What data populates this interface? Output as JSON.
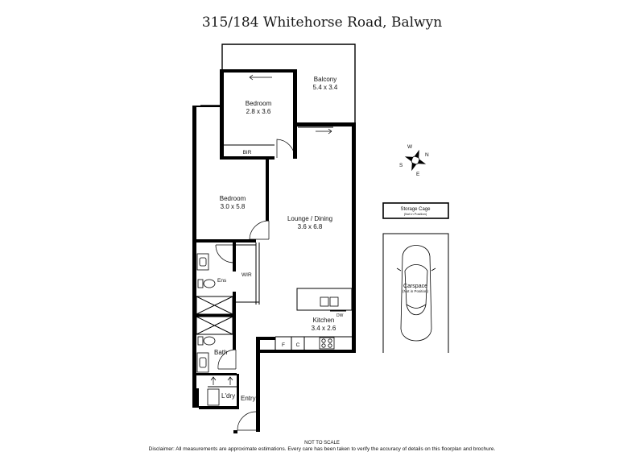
{
  "title": "315/184 Whitehorse Road, Balwyn",
  "rooms": {
    "balcony": {
      "name": "Balcony",
      "size": "5.4 x 3.4"
    },
    "bedroom1": {
      "name": "Bedroom",
      "size": "2.8 x 3.6"
    },
    "bir": "BIR",
    "bedroom2": {
      "name": "Bedroom",
      "size": "3.0 x 5.8"
    },
    "lounge": {
      "name": "Lounge / Dining",
      "size": "3.6 x 6.8"
    },
    "ens": "Ens",
    "wir": "WIR",
    "kitchen": {
      "name": "Kitchen",
      "size": "3.4 x 2.6"
    },
    "dw": "DW",
    "fridge": "F",
    "cupboard": "C",
    "bath": "Bath",
    "laundry": "L'dry",
    "entry": "Entry"
  },
  "compass": {
    "n": "N",
    "s": "S",
    "e": "E",
    "w": "W"
  },
  "storage": {
    "label": "Storage Cage",
    "note": "(Not in Position)"
  },
  "carspace": {
    "label": "Carspace",
    "note": "(Not in Position)"
  },
  "footer": {
    "scale": "NOT TO SCALE",
    "disclaimer": "Disclaimer: All measurements are approximate estimations. Every care has been taken to verify the accuracy of details on this floorplan and brochure."
  }
}
